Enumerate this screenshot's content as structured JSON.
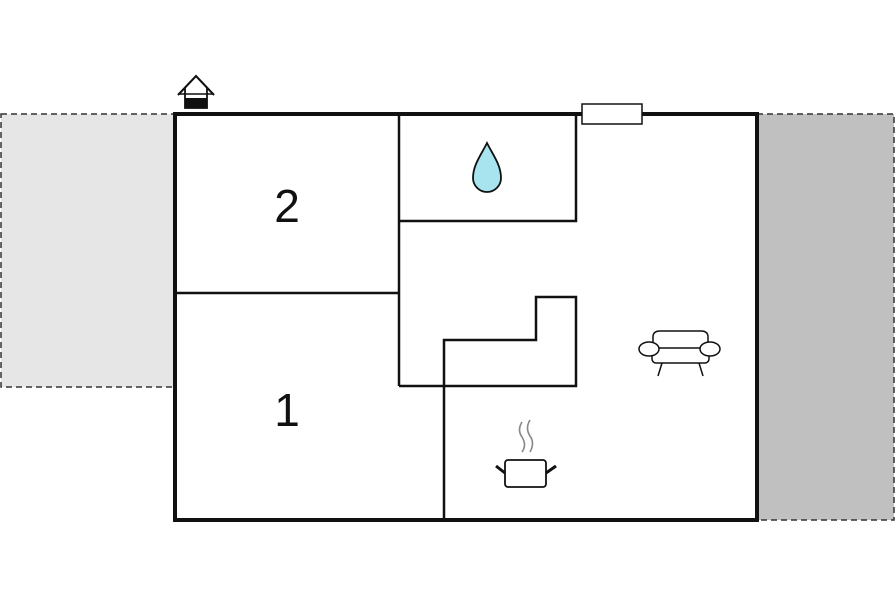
{
  "rooms": [
    {
      "label": "2",
      "type": "bedroom"
    },
    {
      "label": "1",
      "type": "bedroom"
    }
  ],
  "icons": {
    "entrance": "house-entrance-icon",
    "bathroom": "water-drop-icon",
    "living": "sofa-icon",
    "kitchen": "cooking-pot-icon",
    "window": "window-icon"
  },
  "colors": {
    "wall": "#111111",
    "water": "#a8e4f0",
    "terrace_light": "#e6e6e6",
    "terrace_dark": "#c0c0c0",
    "background": "#ffffff"
  }
}
